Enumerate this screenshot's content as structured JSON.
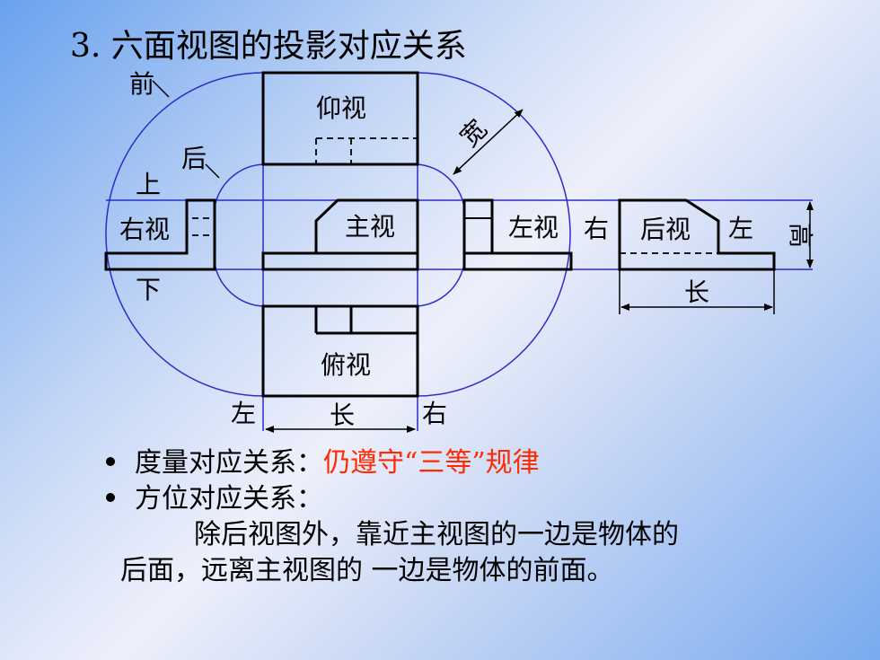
{
  "title": "3. 六面视图的投影对应关系",
  "views": {
    "bottom_view": "仰视",
    "right_view": "右视",
    "front_view": "主视",
    "left_view": "左视",
    "back_view": "后视",
    "top_view": "俯视"
  },
  "direction_labels": {
    "front": "前",
    "back": "后",
    "up": "上",
    "down": "下",
    "left_under_top": "左",
    "right_under_top": "右",
    "right_of_left_view": "右",
    "left_of_back_view": "左"
  },
  "dimension_labels": {
    "width": "宽",
    "height": "高",
    "length_top": "长",
    "length_back": "长"
  },
  "bullets": {
    "item1_prefix": "度量对应关系：",
    "item1_highlight": "仍遵守“三等”规律",
    "item2": "方位对应关系：",
    "item2_line1": "除后视图外，靠近主视图的一边是物体的",
    "item2_line2": "后面，远离主视图的 一边是物体的前面。"
  },
  "colors": {
    "guide_lines": "#2b2bcc",
    "highlight_text": "#ff2a00"
  }
}
